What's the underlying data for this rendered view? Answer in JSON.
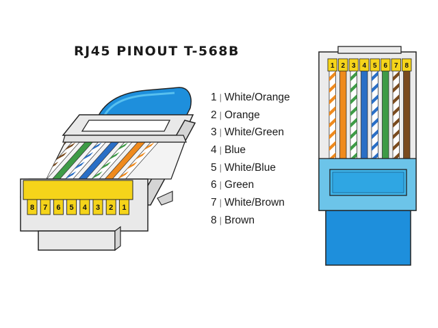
{
  "title": "RJ45 PINOUT  T-568B",
  "colors": {
    "white": "#ffffff",
    "orange": "#ef8a1d",
    "green": "#3e9b46",
    "blue": "#2a6fc6",
    "brown": "#7a4b1e",
    "pin_gold": "#f5d41a",
    "jacket": "#1e8fdc",
    "jacket_light": "#3fb5ea",
    "housing": "#e9e9e9",
    "outline": "#222222"
  },
  "pins": [
    {
      "number": "1",
      "name": "White/Orange",
      "base": "white",
      "stripe": "orange"
    },
    {
      "number": "2",
      "name": "Orange",
      "base": "orange",
      "stripe": null
    },
    {
      "number": "3",
      "name": "White/Green",
      "base": "white",
      "stripe": "green"
    },
    {
      "number": "4",
      "name": "Blue",
      "base": "blue",
      "stripe": null
    },
    {
      "number": "5",
      "name": "White/Blue",
      "base": "white",
      "stripe": "blue"
    },
    {
      "number": "6",
      "name": "Green",
      "base": "green",
      "stripe": null
    },
    {
      "number": "7",
      "name": "White/Brown",
      "base": "white",
      "stripe": "brown"
    },
    {
      "number": "8",
      "name": "Brown",
      "base": "brown",
      "stripe": null
    }
  ]
}
